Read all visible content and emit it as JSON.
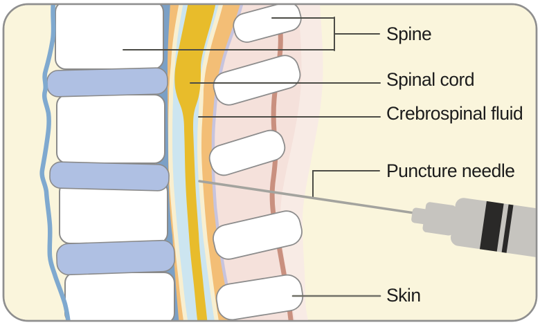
{
  "labels": {
    "spine": "Spine",
    "spinal_cord": "Spinal cord",
    "cerebrospinal_fluid": "Crebrospinal fluid",
    "puncture_needle": "Puncture needle",
    "skin": "Skin"
  },
  "colors": {
    "background": "#FAF5DC",
    "frame_border": "#8F8F8F",
    "vertebra": "#FFFFFF",
    "disc": "#AFC0E3",
    "ligament_wavy": "#7FA9CF",
    "ligament_band": "#7BA0C6",
    "dura_orange": "#F3BE76",
    "pale_membrane": "#F8EFD0",
    "csf": "#CCE5F0",
    "cord": "#E8BC2B",
    "membrane_lavender": "#C7C4DE",
    "skin_outer": "#F8EBE5",
    "skin_inner": "#F5E1DB",
    "skin_line": "#C9907F",
    "label_line": "#4B4B45",
    "text": "#1C1C1C",
    "needle": "#A3A39E",
    "syringe_body": "#C6C4BF",
    "syringe_band": "#2A2928"
  }
}
